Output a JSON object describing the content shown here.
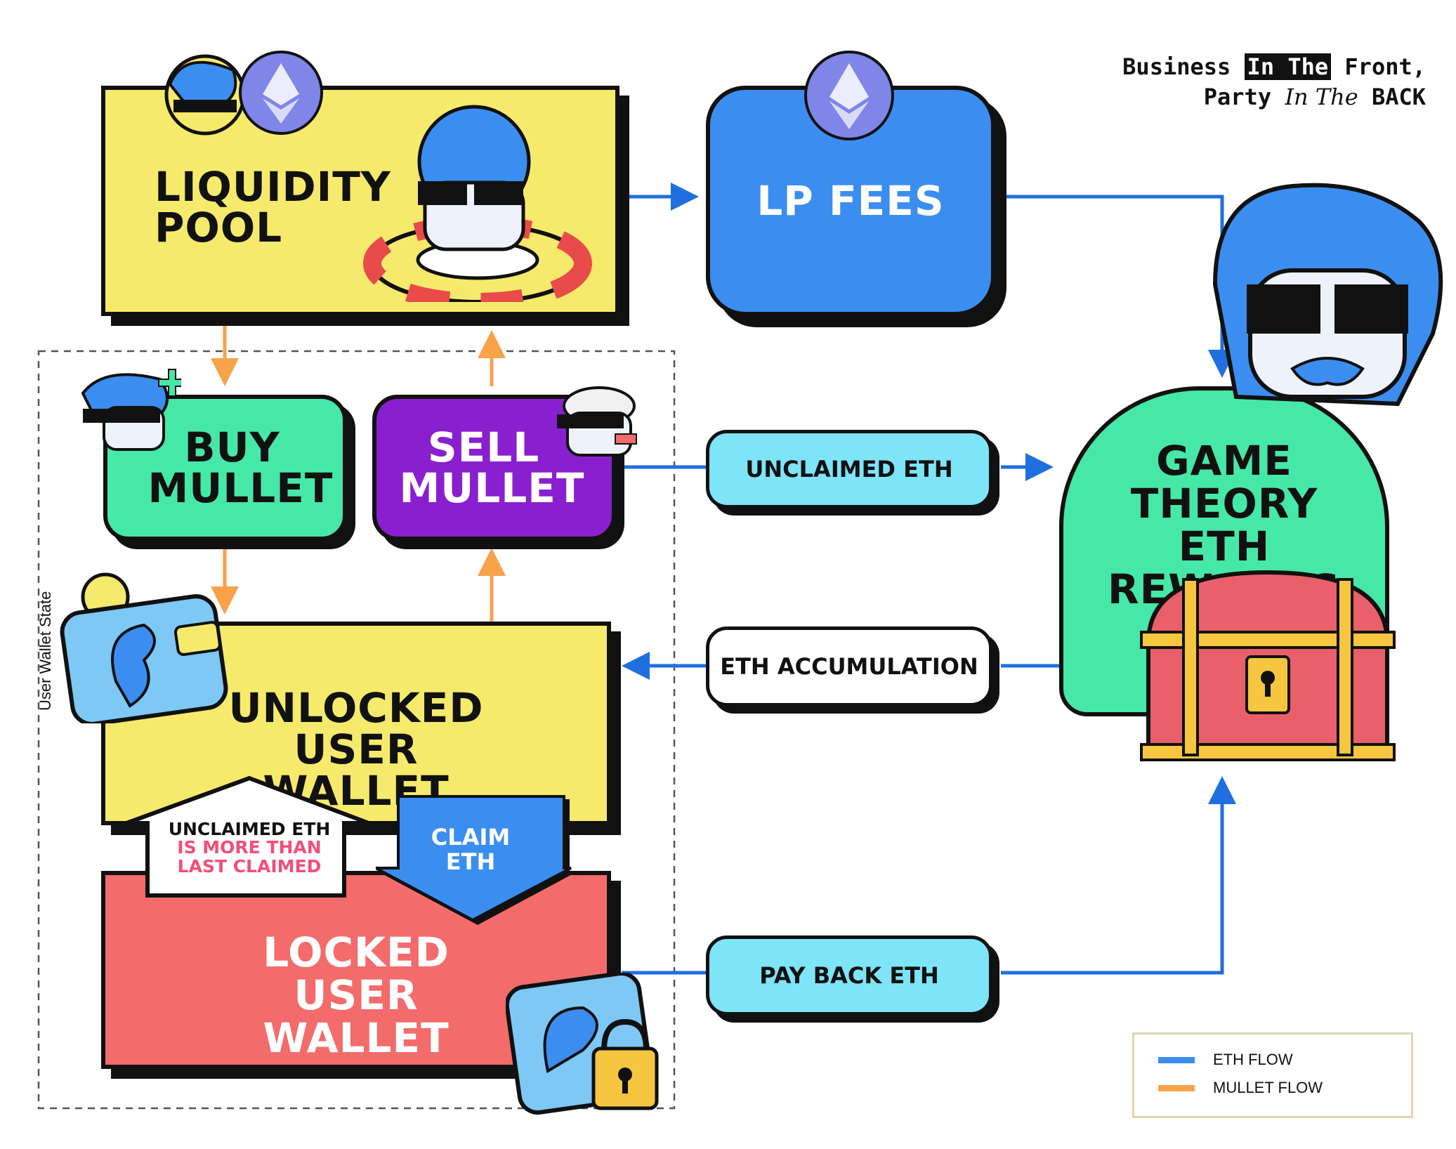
{
  "brand": {
    "line1_a": "Business",
    "line1_b": "In The",
    "line1_c": "Front,",
    "line2_a": "Party",
    "line2_b": "In The",
    "line2_c": "BACK"
  },
  "nodes": {
    "liquidity_pool": "LIQUIDITY POOL",
    "lp_fees": "LP FEES",
    "buy_mullet": "BUY MULLET",
    "sell_mullet": "SELL MULLET",
    "unclaimed_eth": "UNCLAIMED ETH",
    "eth_accumulation": "ETH ACCUMULATION",
    "game_theory": "GAME THEORY ETH REWARDS",
    "unlocked_wallet": "UNLOCKED USER WALLET",
    "locked_wallet": "LOCKED USER WALLET",
    "pay_back_eth": "PAY BACK ETH",
    "claim_eth": "CLAIM ETH",
    "condition_line1": "UNCLAIMED ETH",
    "condition_line2": "IS MORE THAN",
    "condition_line3": "LAST CLAIMED"
  },
  "group_label": "User Wallet State",
  "legend": {
    "eth_flow": "ETH FLOW",
    "mullet_flow": "MULLET FLOW"
  },
  "colors": {
    "eth_flow": "#3b8ef0",
    "mullet_flow": "#f8a24a",
    "arrow_blue": "#1f6fe0",
    "condition_highlight": "#f0507a"
  },
  "icons": [
    "ethereum-icon",
    "mullet-mascot-icon",
    "wallet-icon",
    "locked-wallet-icon",
    "treasure-chest-icon",
    "swim-ring-icon"
  ]
}
